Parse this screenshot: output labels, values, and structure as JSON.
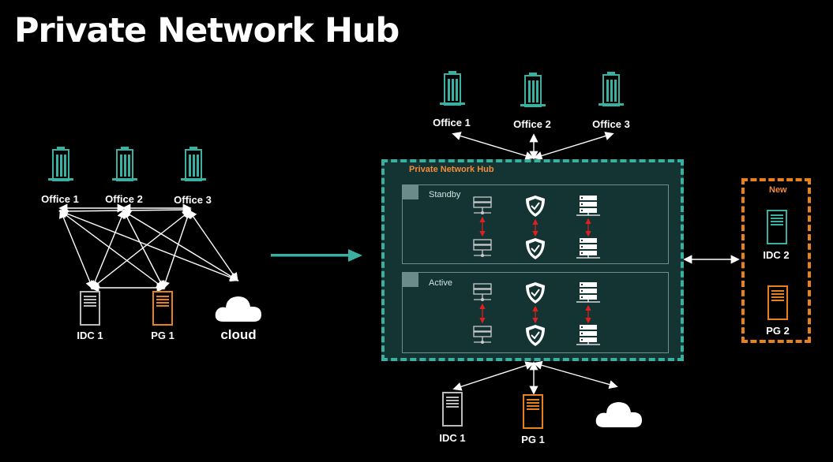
{
  "title": "Private Network Hub",
  "left": {
    "offices": [
      "Office 1",
      "Office 2",
      "Office 3"
    ],
    "idc": "IDC 1",
    "pg": "PG 1",
    "cloud": "cloud"
  },
  "right": {
    "offices": [
      "Office 1",
      "Office 2",
      "Office 3"
    ],
    "hub_title": "Private Network Hub",
    "standby": "Standby",
    "active": "Active",
    "new_label": "New",
    "idc_new": "IDC 2",
    "pg_new": "PG 2",
    "idc": "IDC 1",
    "pg": "PG 1"
  },
  "colors": {
    "teal": "#3ab0a0",
    "orange": "#e8801c",
    "red_arrow": "#e02020",
    "hub_bg": "#143434"
  }
}
